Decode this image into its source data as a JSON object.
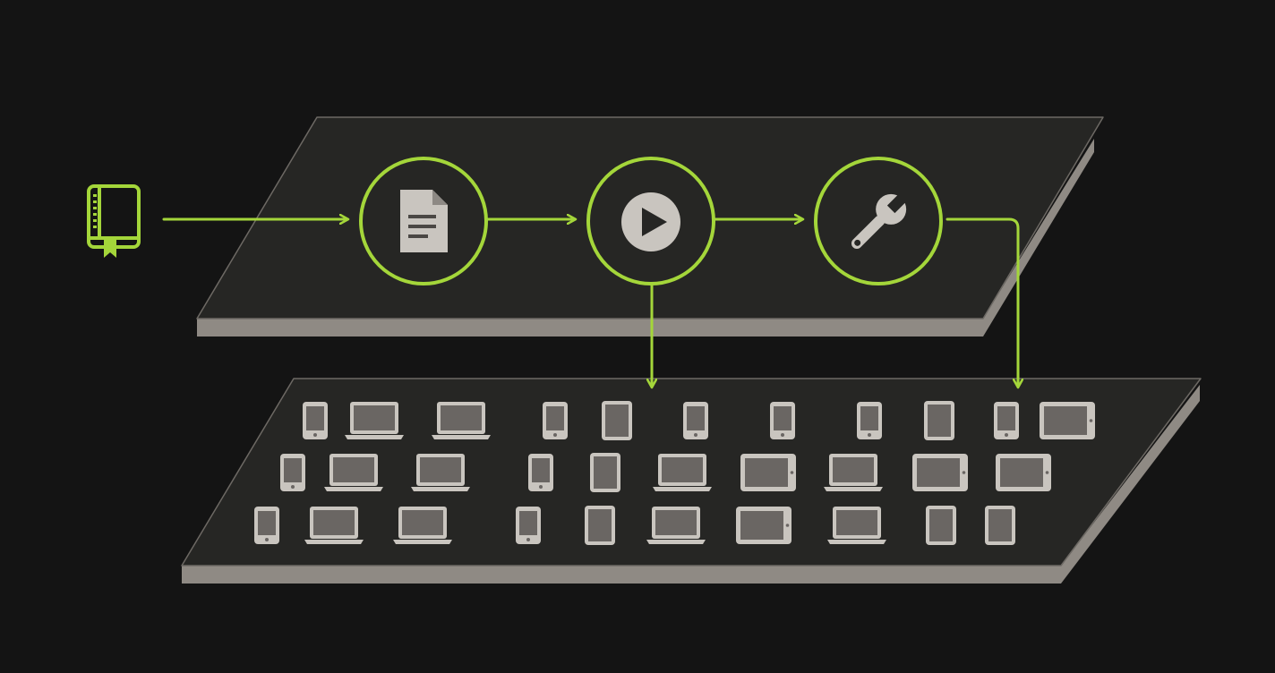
{
  "diagram": {
    "colors": {
      "background": "#141414",
      "accent": "#a4d63a",
      "panel_top": "#262624",
      "panel_edge": "#9a958e",
      "device": "#c9c5bf",
      "device_screen": "#6a6663",
      "icon": "#c9c5bf"
    },
    "source": {
      "icon": "book-icon"
    },
    "pipeline": {
      "steps": [
        {
          "icon": "document-icon"
        },
        {
          "icon": "play-icon"
        },
        {
          "icon": "wrench-icon"
        }
      ]
    },
    "device_grid": {
      "rows": [
        [
          "phone",
          "laptop",
          "laptop",
          "phone",
          "tablet",
          "phone",
          "phone",
          "phone",
          "tablet",
          "phone",
          "tablet-landscape"
        ],
        [
          "phone",
          "laptop",
          "laptop",
          "phone",
          "tablet",
          "laptop",
          "tablet-landscape",
          "laptop",
          "tablet-landscape",
          "tablet-landscape"
        ],
        [
          "phone",
          "laptop",
          "laptop",
          "phone",
          "tablet",
          "laptop",
          "tablet-landscape",
          "laptop",
          "tablet",
          "tablet"
        ]
      ]
    }
  }
}
